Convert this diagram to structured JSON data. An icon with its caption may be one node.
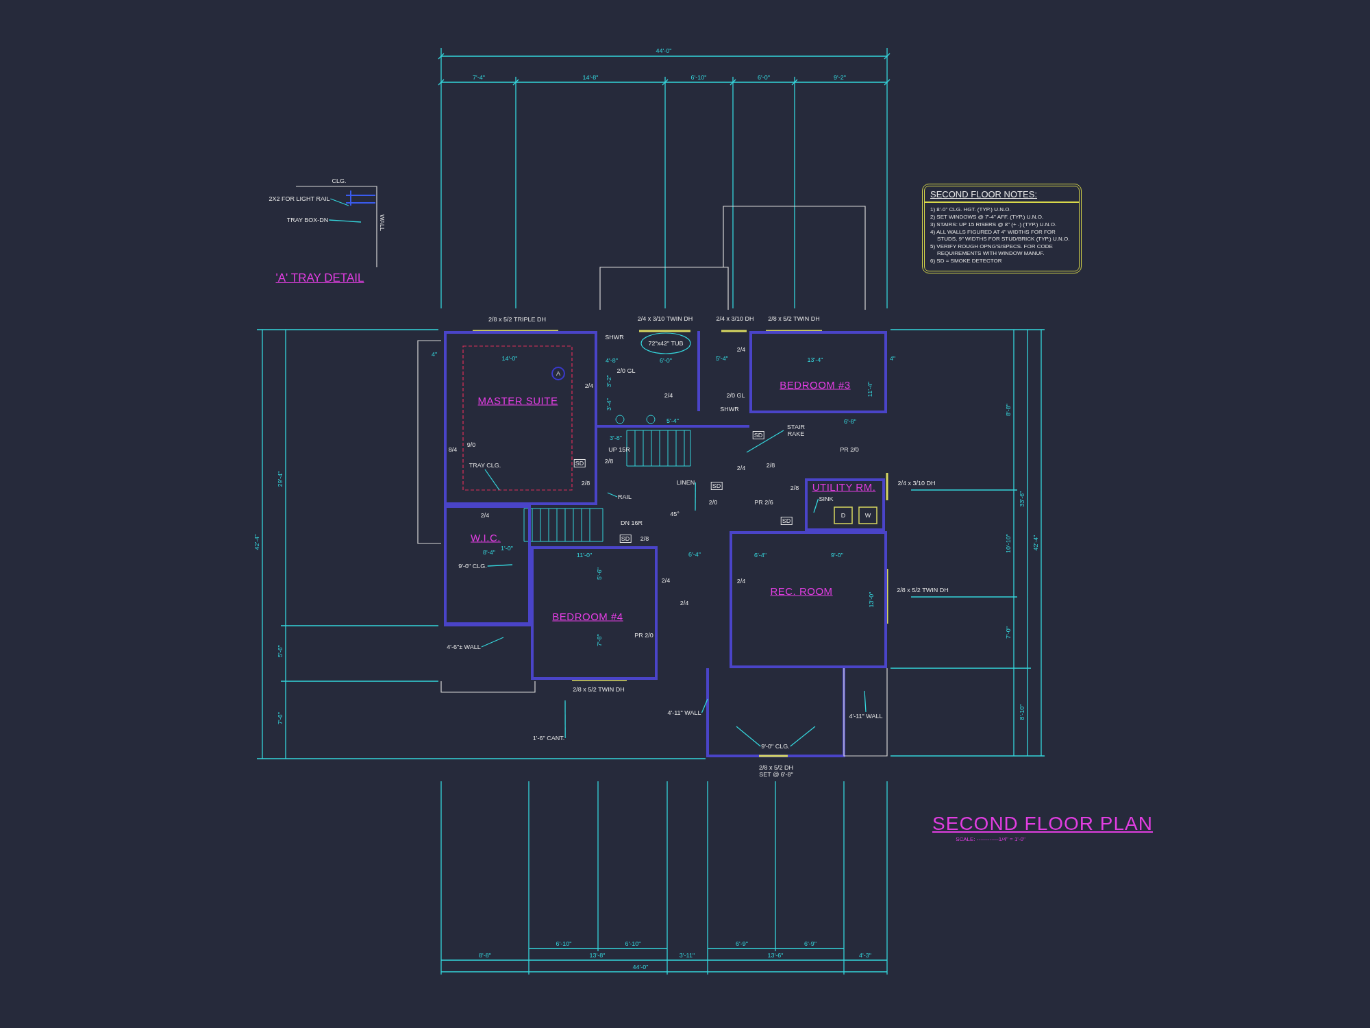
{
  "diagram": {
    "title": "SECOND FLOOR PLAN",
    "nodes": [
      {
        "text": [
          "MASTER SUITE"
        ]
      },
      {
        "text": [
          "W.I.C."
        ]
      },
      {
        "text": [
          "BEDROOM #4"
        ]
      },
      {
        "text": [
          "BEDROOM #3"
        ]
      },
      {
        "text": [
          "UTILITY RM."
        ]
      },
      {
        "text": [
          "REC. ROOM"
        ]
      },
      {
        "text": [
          "SECOND FLOOR NOTES:",
          "1) 8'-0\" CLG. HGT. (TYP.) U.N.O.",
          "2) SET WINDOWS @ 7'-4\" AFF. (TYP.) U.N.O.",
          "3) STAIRS: UP 15 RISERS @ 8\" (+ -) (TYP.) U.N.O.",
          "4) ALL WALLS FIGURED AT 4\" WIDTHS FOR FOR STUDS, 9\" WIDTHS FOR STUD/BRICK (TYP.) U.N.O.",
          "5) VERIFY ROUGH OPNG'S/SPECS. FOR CODE REQUIREMENTS WITH WINDOW MANUF.",
          "6) SD = SMOKE DETECTOR"
        ]
      },
      {
        "text": [
          "TRAY CLG."
        ],
        "in": 0
      },
      {
        "text": [
          "LINEN"
        ]
      },
      {
        "text": [
          "RAIL"
        ]
      },
      {
        "text": [
          "STAIR RAKE"
        ]
      },
      {
        "text": [
          "SINK"
        ],
        "in": 4
      },
      {
        "text": [
          "9'-0\" CLG."
        ],
        "in": 1
      },
      {
        "text": [
          "4'-6\"± WALL"
        ]
      },
      {
        "text": [
          "1'-6\" CANT."
        ]
      },
      {
        "text": [
          "4'-11\" WALL"
        ]
      },
      {
        "text": [
          "4'-11\" WALL"
        ]
      },
      {
        "text": [
          "9'-0\" CLG."
        ]
      },
      {
        "text": [
          "2X2 FOR LIGHT RAIL"
        ]
      },
      {
        "text": [
          "TRAY BOX-DN"
        ]
      }
    ],
    "edges": [
      {
        "from": 7,
        "to": null,
        "arrow": "none"
      },
      {
        "from": 8,
        "to": null,
        "arrow": "none"
      },
      {
        "from": 9,
        "to": null,
        "arrow": "none"
      },
      {
        "from": 10,
        "to": null,
        "arrow": "none"
      },
      {
        "from": 11,
        "to": null,
        "arrow": "none"
      },
      {
        "from": 12,
        "to": null,
        "arrow": "none"
      },
      {
        "from": 13,
        "to": null,
        "arrow": "none"
      },
      {
        "from": 14,
        "to": null,
        "arrow": "none"
      },
      {
        "from": 15,
        "to": null,
        "arrow": "none"
      },
      {
        "from": 16,
        "to": null,
        "arrow": "none"
      },
      {
        "from": 17,
        "to": null,
        "arrow": "none"
      },
      {
        "from": 17,
        "to": null,
        "arrow": "none"
      },
      {
        "from": 18,
        "to": null,
        "arrow": "none"
      },
      {
        "from": 19,
        "to": null,
        "arrow": "none"
      }
    ],
    "labels": [
      "44'-0\"",
      "7'-4\"",
      "14'-8\"",
      "6'-10\"",
      "6'-0\"",
      "9'-2\"",
      "CLG.",
      "WALL",
      "'A' TRAY DETAIL",
      "2/8 x 5/2 TRIPLE DH",
      "2/4 x 3/10 TWIN DH",
      "2/4 x 3/10 DH",
      "2/8 x 5/2 TWIN DH",
      "42'-4\"",
      "29'-4\"",
      "5'-6\"",
      "7'-6\"",
      "4\"",
      "14'-0\"",
      "SHWR",
      "72\"x42\" TUB",
      "4'-8\"",
      "6'-0\"",
      "A",
      "2/0 GL",
      "2/4",
      "3'-2\"",
      "2/4",
      "3'-4\"",
      "5'-4\"",
      "8/4",
      "9/0",
      "SD",
      "3'-8\"",
      "UP 15R",
      "2/8",
      "2/8",
      "2/4",
      "DN 16R",
      "45°",
      "1'-0\"",
      "8'-4\"",
      "11'-0\"",
      "SD",
      "2/8",
      "5'-6\"",
      "2/4",
      "2/4",
      "7'-8\"",
      "PR 2/0",
      "2/8 x 5/2 TWIN DH",
      "6'-4\"",
      "2/4",
      "5'-4\"",
      "2/0 GL",
      "SHWR",
      "SD",
      "2/8",
      "2/4",
      "SD",
      "2/0",
      "PR 2/6",
      "2/8",
      "SD",
      "13'-4\"",
      "4\"",
      "11'-4\"",
      "6'-8\"",
      "PR 2/0",
      "D",
      "W",
      "6'-4\"",
      "9'-0\"",
      "2/4",
      "13'-0\"",
      "2/4 x 3/10 DH",
      "2/8 x 5/2 TWIN DH",
      "8'-8\"",
      "10'-10\"",
      "7'-0\"",
      "33'-6\"",
      "8'-10\"",
      "42'-4\"",
      "2/8 x 5/2 DH SET @ 6'-8\"",
      "6'-10\"",
      "6'-10\"",
      "6'-9\"",
      "6'-9\"",
      "8'-8\"",
      "13'-8\"",
      "3'-11\"",
      "13'-6\"",
      "4'-3\"",
      "44'-0\"",
      "SCALE: ------------1/4\" = 1'-0\""
    ]
  }
}
